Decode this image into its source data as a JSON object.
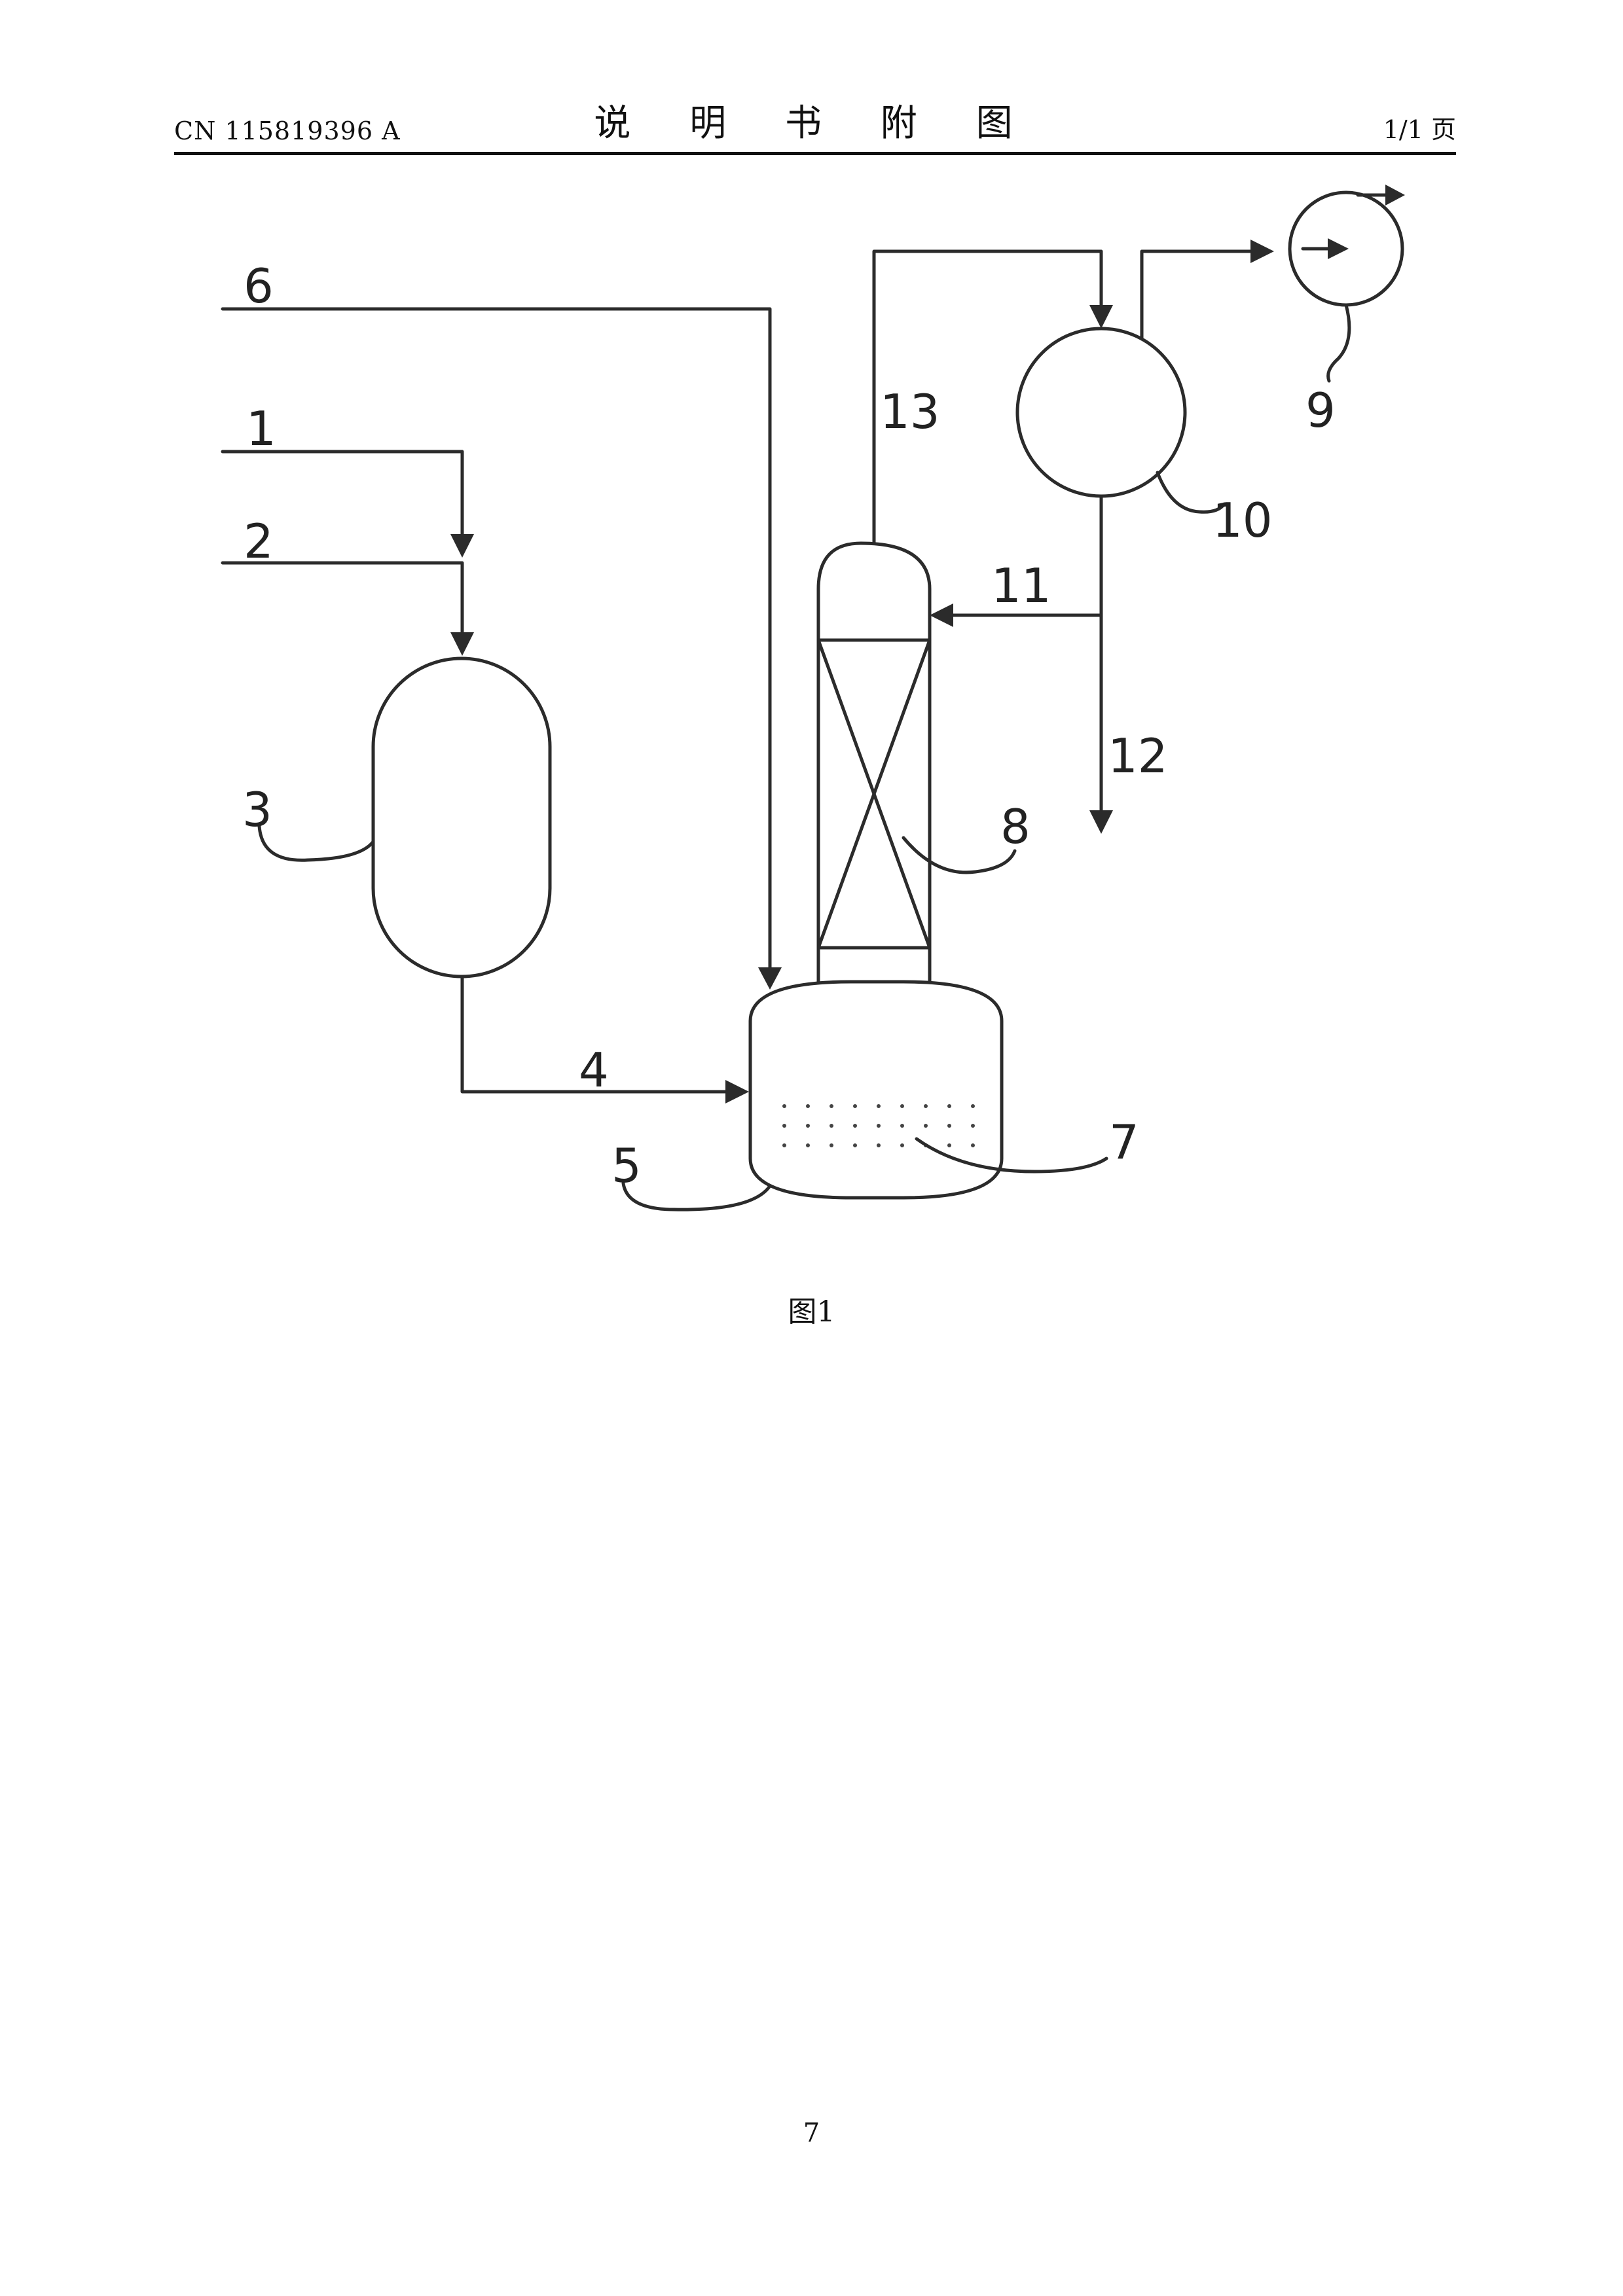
{
  "header": {
    "patent_number": "CN 115819396 A",
    "section_title": "说 明 书 附 图",
    "page_indicator": "1/1 页"
  },
  "figure": {
    "caption": "图1",
    "labels": {
      "l1": "1",
      "l2": "2",
      "l3": "3",
      "l4": "4",
      "l5": "5",
      "l6": "6",
      "l7": "7",
      "l8": "8",
      "l9": "9",
      "l10": "10",
      "l11": "11",
      "l12": "12",
      "l13": "13"
    }
  },
  "footer": {
    "page_number": "7"
  }
}
